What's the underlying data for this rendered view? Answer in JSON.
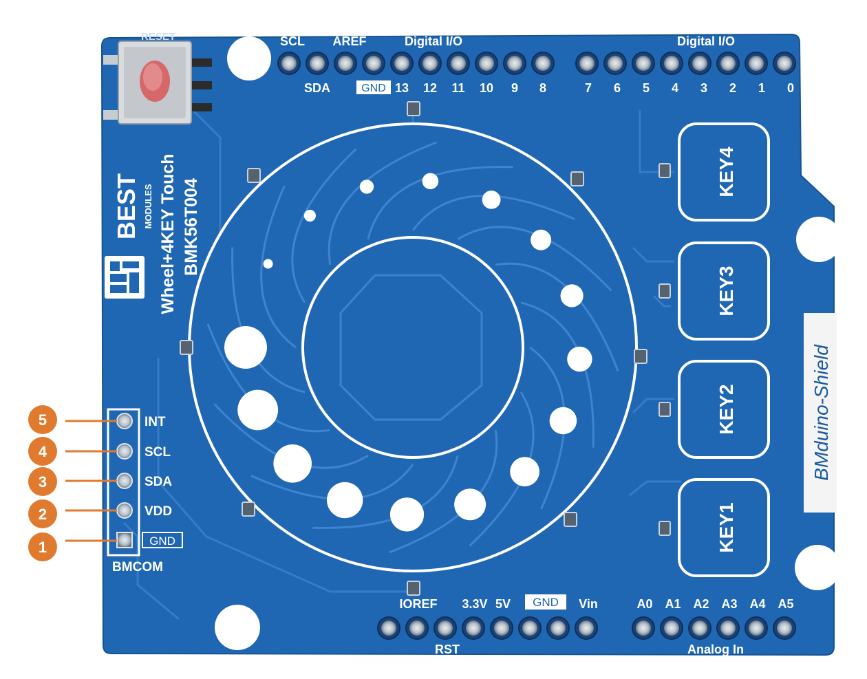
{
  "board": {
    "brand_name": "BEST",
    "brand_sub": "MODULES",
    "product_title": "Wheel+4KEY Touch",
    "product_model": "BMK56T004",
    "shield_label": "BMduino-Shield",
    "reset_label": "RESET",
    "connector_label": "BMCOM"
  },
  "colors": {
    "pcb": "#1f66b3",
    "pcb_dark": "#1a5aa0",
    "trace": "#3b80c9",
    "callout": "#e07a2e",
    "silk": "#ffffff"
  },
  "header_top": {
    "left_labels_top": [
      "SCL",
      "AREF",
      "Digital I/O"
    ],
    "left_labels_bottom": [
      "SDA",
      "GND",
      "13",
      "12",
      "11",
      "10",
      "9",
      "8"
    ],
    "right_label_top": "Digital I/O",
    "right_labels_bottom": [
      "7",
      "6",
      "5",
      "4",
      "3",
      "2",
      "1",
      "0"
    ]
  },
  "header_bottom": {
    "power_labels": [
      "IOREF",
      "3.3V",
      "5V",
      "GND",
      "Vin"
    ],
    "power_sub_label": "RST",
    "analog_labels": [
      "A0",
      "A1",
      "A2",
      "A3",
      "A4",
      "A5"
    ],
    "analog_sub_label": "Analog In"
  },
  "keys": [
    {
      "label": "KEY4"
    },
    {
      "label": "KEY3"
    },
    {
      "label": "KEY2"
    },
    {
      "label": "KEY1"
    }
  ],
  "bmcom_pins": [
    {
      "number": "5",
      "label": "INT"
    },
    {
      "number": "4",
      "label": "SCL"
    },
    {
      "number": "3",
      "label": "SDA"
    },
    {
      "number": "2",
      "label": "VDD"
    },
    {
      "number": "1",
      "label": "GND"
    }
  ]
}
